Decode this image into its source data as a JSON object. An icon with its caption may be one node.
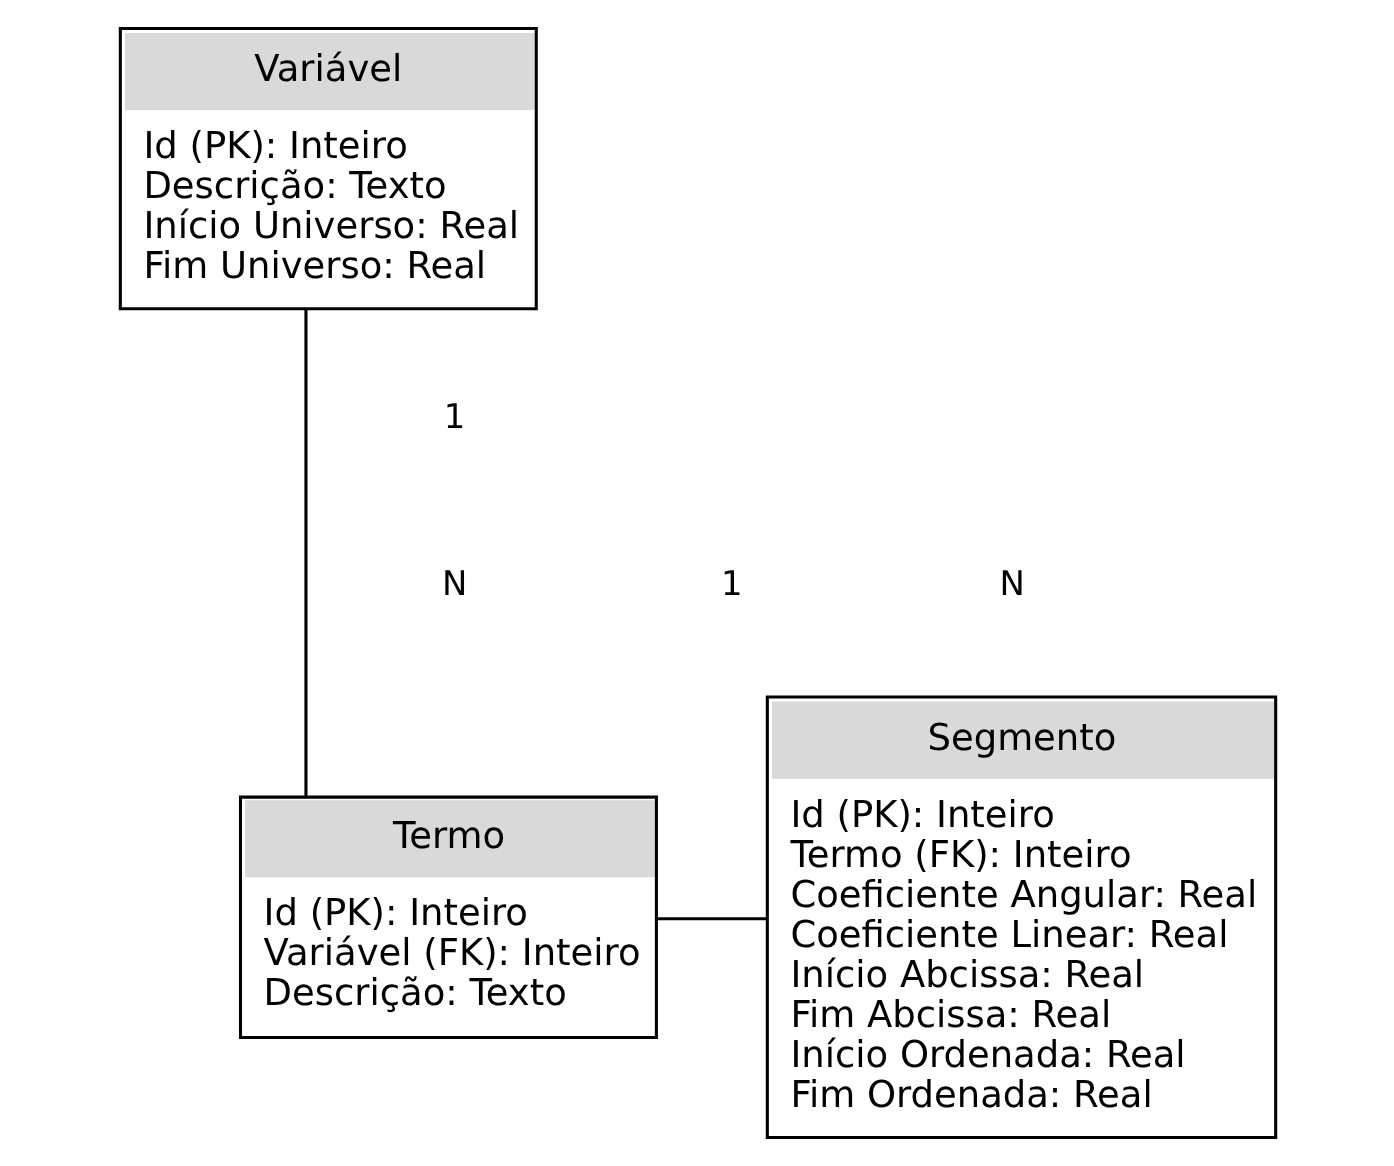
{
  "diagram": {
    "nodes": [
      {
        "text": [
          "Variável",
          "Id (PK): Inteiro",
          "Descrição: Texto",
          "Início Universo: Real",
          "Fim Universo: Real"
        ]
      },
      {
        "text": [
          "Termo",
          "Id (PK): Inteiro",
          "Variável (FK): Inteiro",
          "Descrição: Texto"
        ]
      },
      {
        "text": [
          "Segmento",
          "Id (PK): Inteiro",
          "Termo (FK): Inteiro",
          "Coeficiente Angular: Real",
          "Coeficiente Linear: Real",
          "Início Abcissa: Real",
          "Fim Abcissa: Real",
          "Início Ordenada: Real",
          "Fim Ordenada: Real"
        ]
      }
    ],
    "edges": [
      {
        "from": 0,
        "to": 1,
        "arrow": "none"
      },
      {
        "from": 1,
        "to": 2,
        "arrow": "none"
      }
    ],
    "labels": [
      "1",
      "N",
      "1",
      "N"
    ]
  }
}
